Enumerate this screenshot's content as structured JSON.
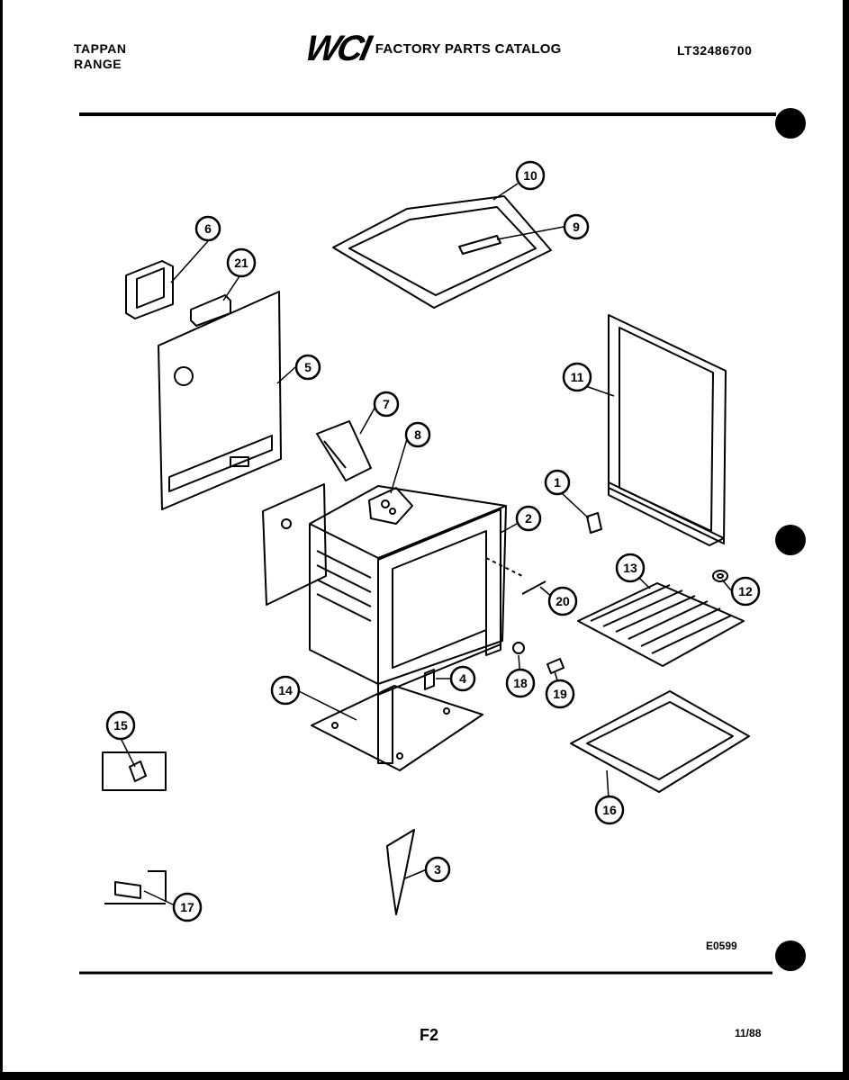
{
  "header": {
    "brand_line1": "TAPPAN",
    "brand_line2": "RANGE",
    "logo": "WCI",
    "catalog_title": "FACTORY PARTS CATALOG",
    "model_number": "LT32486700"
  },
  "footer": {
    "diagram_code": "E0599",
    "page_label": "F2",
    "date": "11/88"
  },
  "callouts": [
    "1",
    "2",
    "3",
    "4",
    "5",
    "6",
    "7",
    "8",
    "9",
    "10",
    "11",
    "12",
    "13",
    "14",
    "15",
    "16",
    "17",
    "18",
    "19",
    "20",
    "21"
  ]
}
